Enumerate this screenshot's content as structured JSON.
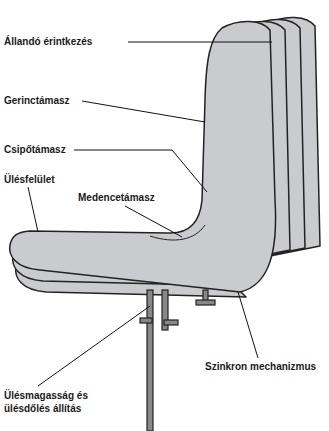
{
  "diagram": {
    "labels": [
      "Állandó érintkezés",
      "Gerinctámasz",
      "Csipőtámasz",
      "Ülésfelület",
      "Medencetámasz",
      "Szinkron mechanizmus",
      "Ülésmagasság és ülésdőlés állítás"
    ]
  }
}
